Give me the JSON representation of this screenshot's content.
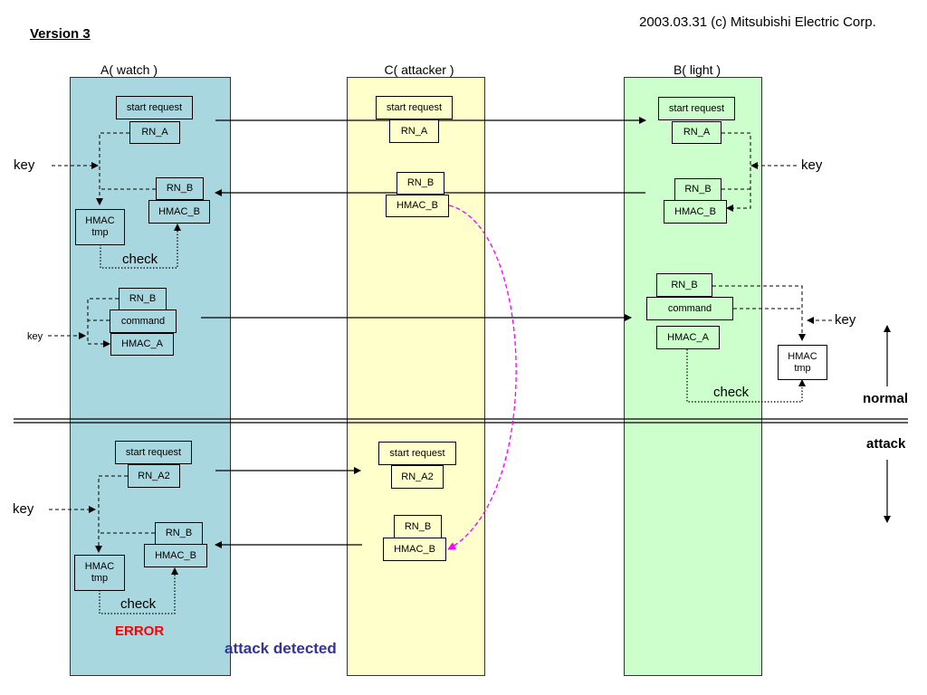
{
  "header": {
    "version": "Version 3",
    "copyright": "2003.03.31 (c) Mitsubishi Electric Corp."
  },
  "lanes": {
    "a": "A( watch )",
    "c": "C( attacker )",
    "b": "B( light )"
  },
  "labels": {
    "start_request": "start request",
    "rn_a": "RN_A",
    "rn_a2": "RN_A2",
    "rn_b": "RN_B",
    "hmac_b": "HMAC_B",
    "hmac_a": "HMAC_A",
    "hmac_tmp_line1": "HMAC",
    "hmac_tmp_line2": "tmp",
    "command": "command",
    "check": "check",
    "key": "key",
    "normal": "normal",
    "attack": "attack",
    "error": "ERROR",
    "attack_detected": "attack detected"
  },
  "colors": {
    "lane_a": "#a9d7df",
    "lane_c": "#ffffcc",
    "lane_b": "#ccffcc",
    "error": "#ff0000",
    "attack_detected": "#333399",
    "replay_arrow": "#ff00ff"
  }
}
